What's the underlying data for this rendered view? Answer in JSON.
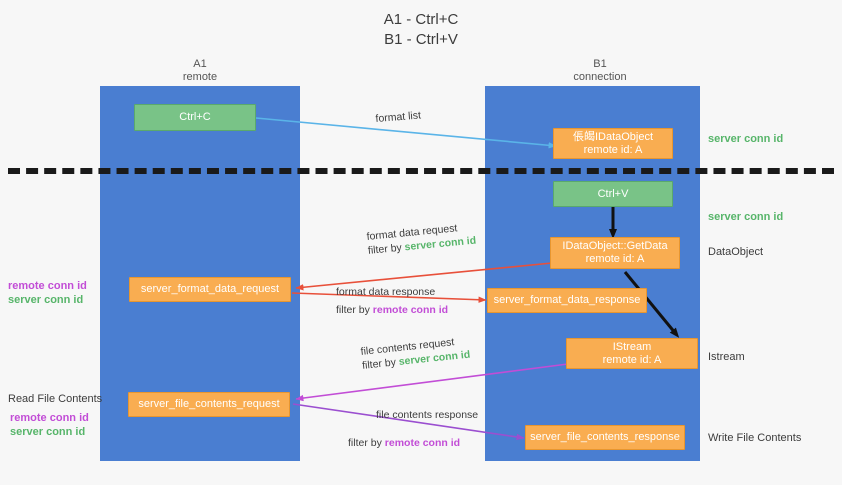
{
  "title": "A1 - Ctrl+C\nB1 - Ctrl+V",
  "colors": {
    "lane": "#4a7ed1",
    "green_box": "#79c387",
    "orange_box": "#f9ad51",
    "server_conn_id": "#57b56a",
    "remote_conn_id": "#c24dd6",
    "arrow_blue": "#5ab4e8",
    "arrow_red": "#e8503a",
    "arrow_magenta": "#c24dd6",
    "arrow_purple": "#9b4fd0",
    "arrow_black": "#111111",
    "background": "#f7f7f7"
  },
  "lanes": [
    {
      "name": "A1",
      "sub": "remote",
      "header": "A1\nremote"
    },
    {
      "name": "B1",
      "sub": "connection",
      "header": "B1\nconnection"
    }
  ],
  "nodes": [
    {
      "id": "ctrl-c",
      "label": "Ctrl+C",
      "color": "green"
    },
    {
      "id": "ole-idataobject",
      "label": "倀㿣IDataObject\nremote id: A",
      "color": "orange"
    },
    {
      "id": "ctrl-v",
      "label": "Ctrl+V",
      "color": "green"
    },
    {
      "id": "idataobject-getdata",
      "label": "IDataObject::GetData\nremote id: A",
      "color": "orange"
    },
    {
      "id": "server-format-data-request",
      "label": "server_format_data_request",
      "color": "orange"
    },
    {
      "id": "server-format-data-response",
      "label": "server_format_data_response",
      "color": "orange"
    },
    {
      "id": "istream",
      "label": "IStream\nremote id: A",
      "color": "orange"
    },
    {
      "id": "server-file-contents-request",
      "label": "server_file_contents_request",
      "color": "orange"
    },
    {
      "id": "server-file-contents-response",
      "label": "server_file_contents_response",
      "color": "orange"
    }
  ],
  "edge_labels": {
    "format_list": "format list",
    "format_data_request": "format data request",
    "format_data_request_filter_prefix": "filter by ",
    "format_data_request_filter_value": "server conn id",
    "format_data_response": "format data response",
    "format_data_response_filter_prefix": "filter by ",
    "format_data_response_filter_value": "remote conn id",
    "file_contents_request": "file contents request",
    "file_contents_request_filter_prefix": "filter by ",
    "file_contents_request_filter_value": "server conn id",
    "file_contents_response": "file contents response",
    "file_contents_response_filter_prefix": "filter by ",
    "file_contents_response_filter_value": "remote conn id"
  },
  "right_labels": [
    {
      "id": "server-conn-id-top",
      "text": "server conn id",
      "style": "green"
    },
    {
      "id": "server-conn-id-second",
      "text": "server conn id",
      "style": "green"
    },
    {
      "id": "dataobject",
      "text": "DataObject",
      "style": "plain"
    },
    {
      "id": "istream-label",
      "text": "Istream",
      "style": "plain"
    },
    {
      "id": "write-file-contents",
      "text": "Write File Contents",
      "style": "plain"
    }
  ],
  "left_labels": {
    "conn_pair_top_remote": "remote conn id",
    "conn_pair_top_server": "server conn id",
    "read_file_contents": "Read File Contents",
    "conn_pair_bottom_remote": "remote conn id",
    "conn_pair_bottom_server": "server conn id"
  }
}
